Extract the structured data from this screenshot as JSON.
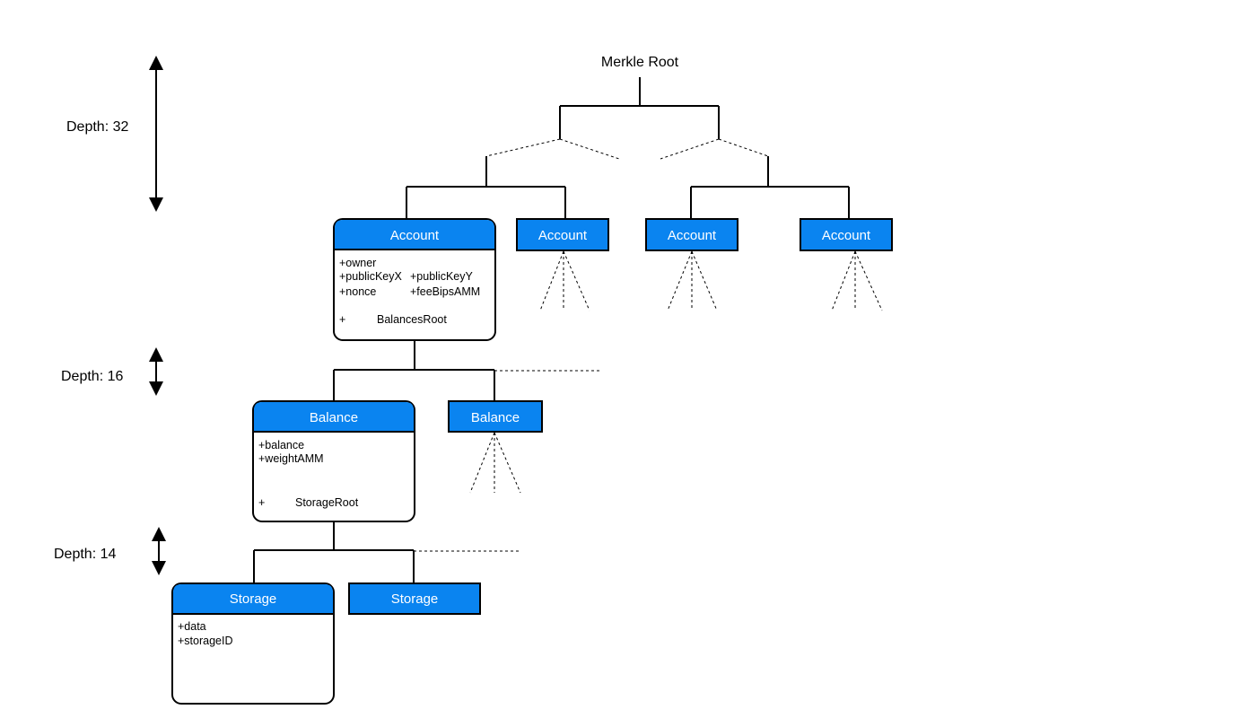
{
  "root": {
    "label": "Merkle Root"
  },
  "depths": [
    {
      "label": "Depth: 32"
    },
    {
      "label": "Depth: 16"
    },
    {
      "label": "Depth: 14"
    }
  ],
  "account_detail": {
    "title": "Account",
    "fields": [
      "+owner",
      "+publicKeyX",
      "+publicKeyY",
      "+nonce",
      "+feeBipsAMM",
      "+",
      "BalancesRoot"
    ]
  },
  "account_boxes": [
    {
      "title": "Account"
    },
    {
      "title": "Account"
    },
    {
      "title": "Account"
    }
  ],
  "balance_detail": {
    "title": "Balance",
    "fields": [
      "+balance",
      "+weightAMM",
      "+",
      "StorageRoot"
    ]
  },
  "balance_box": {
    "title": "Balance"
  },
  "storage_detail": {
    "title": "Storage",
    "fields": [
      "+data",
      "+storageID"
    ]
  },
  "storage_box": {
    "title": "Storage"
  },
  "colors": {
    "node_fill": "#0a84f0",
    "stroke": "#000000",
    "text_on_node": "#ffffff"
  }
}
